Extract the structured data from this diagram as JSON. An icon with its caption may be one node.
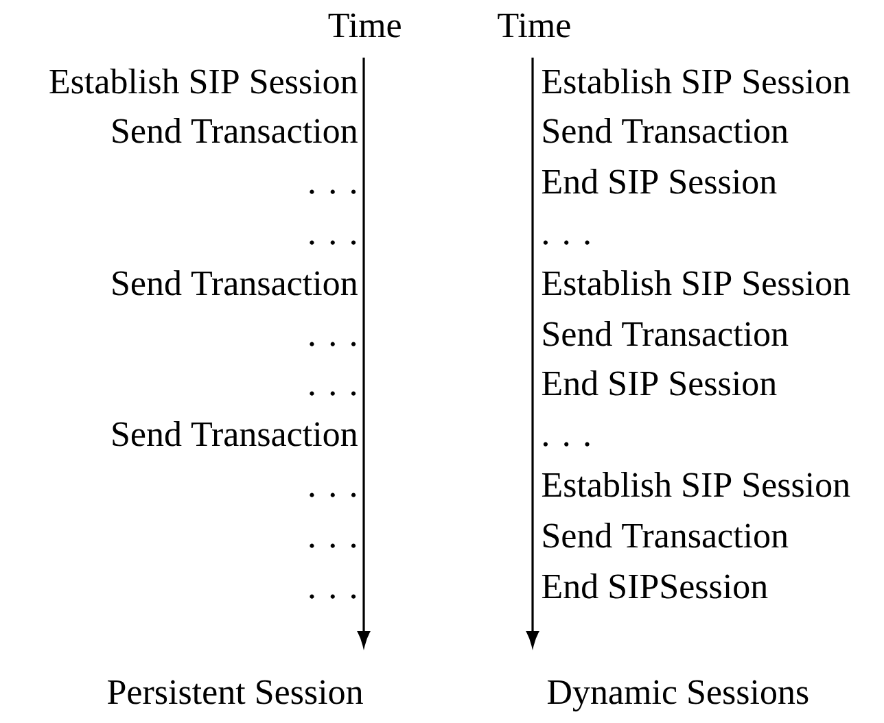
{
  "diagram": {
    "labels": [
      "Time",
      "Establish SIP Session",
      "Send Transaction",
      ". . .",
      ". . .",
      "Send Transaction",
      ". . .",
      ". . .",
      "Send Transaction",
      ". . .",
      ". . .",
      ". . .",
      "Persistent Session",
      "Time",
      "Establish SIP Session",
      "Send Transaction",
      "End SIP Session",
      ". . .",
      "Establish SIP Session",
      "Send Transaction",
      "End SIP Session",
      ". . .",
      "Establish SIP Session",
      "Send Transaction",
      "End SIPSession",
      "Dynamic Sessions"
    ]
  }
}
